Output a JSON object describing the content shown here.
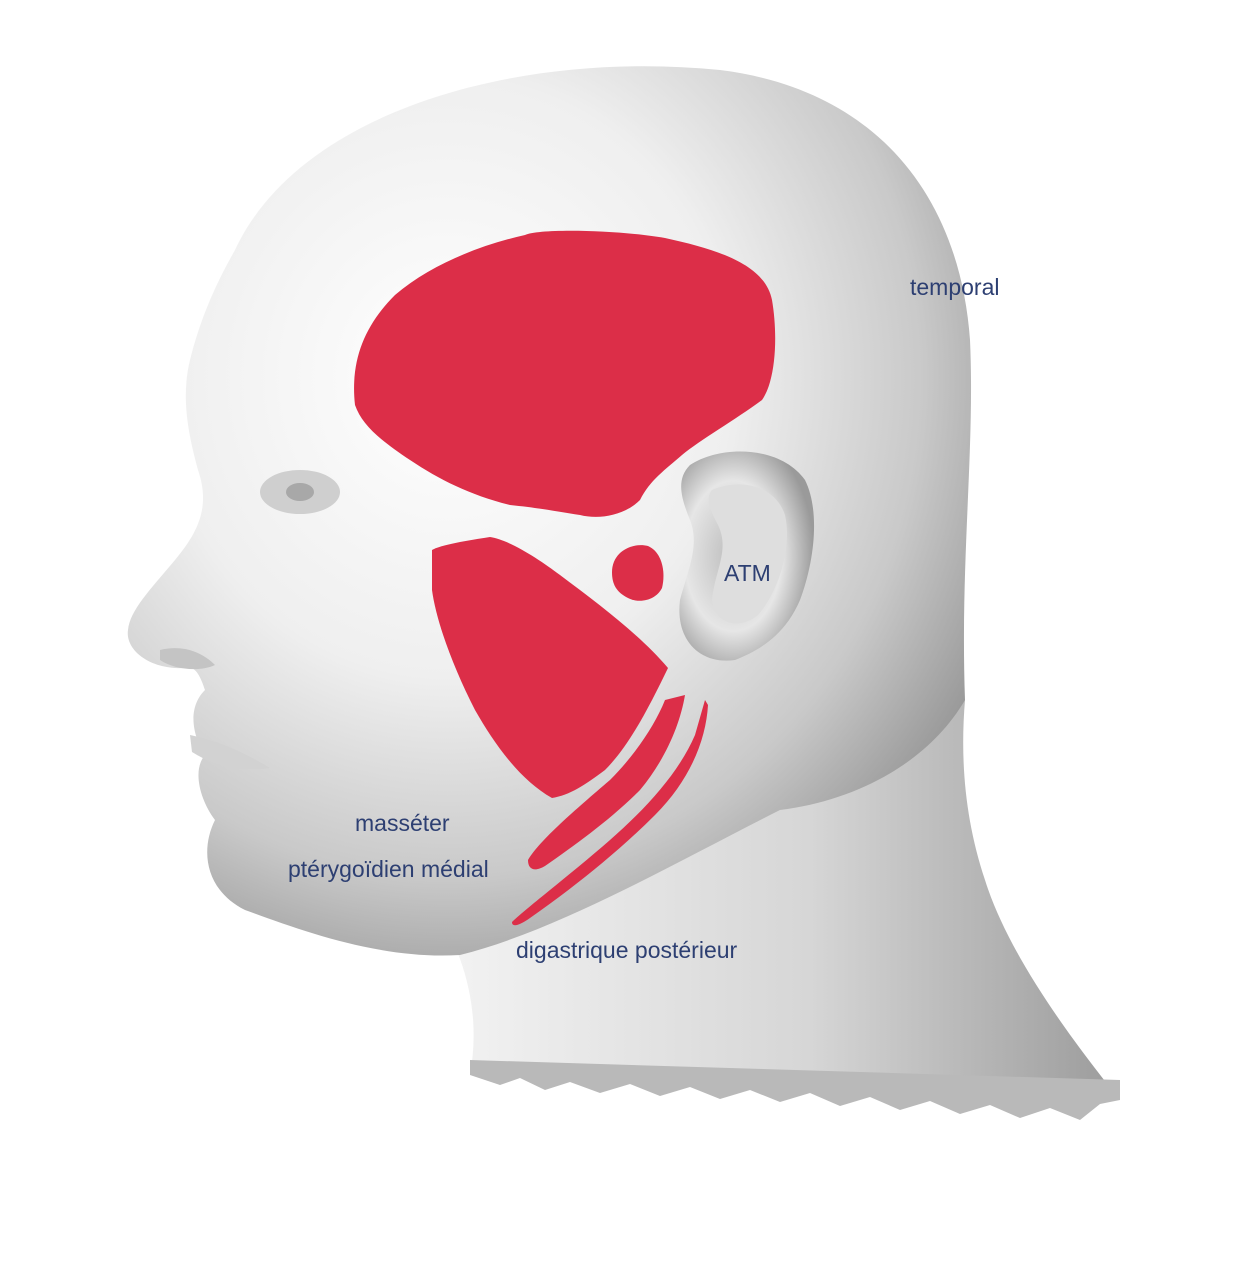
{
  "labels": {
    "temporal": "temporal",
    "atm": "ATM",
    "masseter": "masséter",
    "pterygoid_medial": "ptérygoïdien médial",
    "digastric_posterior": "digastrique postérieur"
  },
  "colors": {
    "muscle": "#dc2e48",
    "label_text": "#2d3f72",
    "head_light": "#ffffff",
    "head_shadow": "#8e8e8e"
  }
}
